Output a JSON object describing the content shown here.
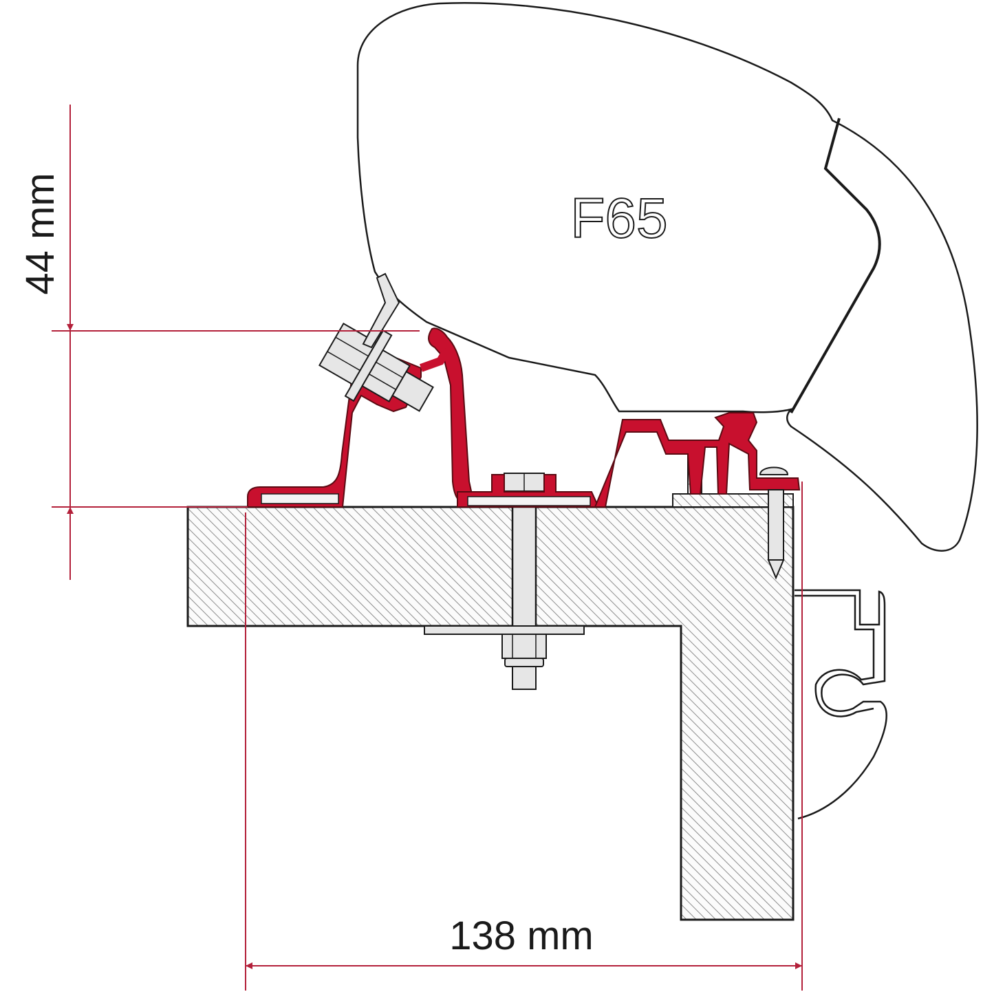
{
  "diagram": {
    "title": "F65 awning adapter mounting cross-section",
    "model_label": "F65",
    "dimensions": {
      "height": {
        "value": 44,
        "unit": "mm",
        "label": "44 mm",
        "orientation": "vertical"
      },
      "width": {
        "value": 138,
        "unit": "mm",
        "label": "138 mm",
        "orientation": "horizontal"
      }
    },
    "components": [
      {
        "id": "awning-housing",
        "name": "F65 awning housing"
      },
      {
        "id": "adapter-profile",
        "name": "Adapter rail profile",
        "color": "#c8102e"
      },
      {
        "id": "mounting-block",
        "name": "Roof mounting block (section)"
      },
      {
        "id": "through-bolt",
        "name": "Through bolt with washer and nuts"
      },
      {
        "id": "clamp-bolt",
        "name": "Angled clamp bolt"
      },
      {
        "id": "wood-screw",
        "name": "Fixing screw"
      },
      {
        "id": "side-rail",
        "name": "Side keder rail"
      }
    ],
    "colors": {
      "adapter_red": "#c8102e",
      "dimension_red": "#b3203a",
      "outline": "#1a1a1a",
      "hatch": "#8c8c8c",
      "hardware_fill": "#e6e6e6"
    }
  }
}
